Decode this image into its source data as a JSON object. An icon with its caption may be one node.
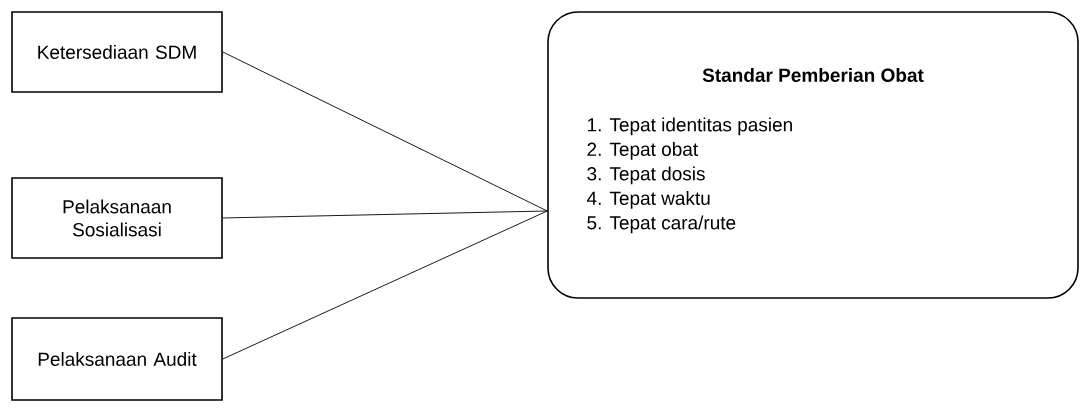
{
  "diagram": {
    "nodes": [
      {
        "text": [
          "Ketersediaan SDM"
        ]
      },
      {
        "text": [
          "Pelaksanaan Sosialisasi"
        ]
      },
      {
        "text": [
          "Pelaksanaan Audit"
        ]
      },
      {
        "text": [
          "Standar Pemberian Obat",
          "1. Tepat identitas pasien",
          "2. Tepat obat",
          "3. Tepat dosis",
          "4. Tepat waktu",
          "5. Tepat cara/rute"
        ]
      }
    ],
    "edges": [
      {
        "from": 0,
        "to": 3,
        "arrow": "none"
      },
      {
        "from": 1,
        "to": 3,
        "arrow": "none"
      },
      {
        "from": 2,
        "to": 3,
        "arrow": "none"
      }
    ]
  }
}
